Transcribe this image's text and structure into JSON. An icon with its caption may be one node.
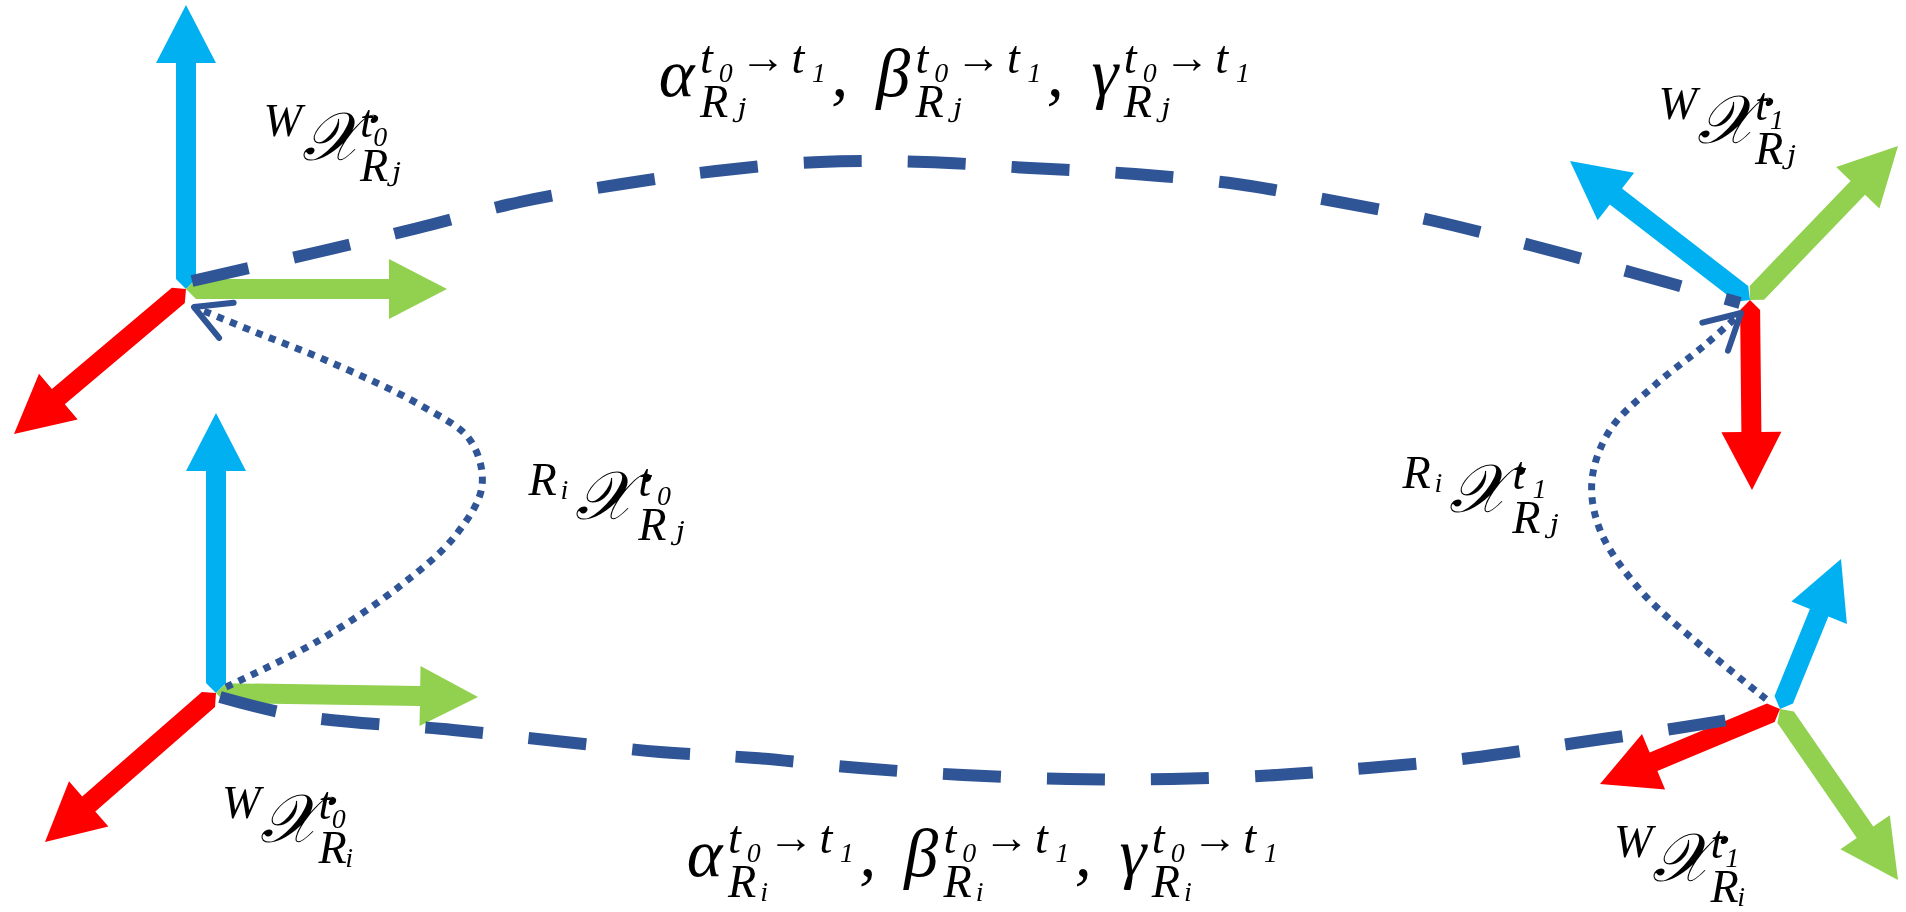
{
  "diagram": {
    "nodes": [
      {
        "text": [
          "$^{W}$𝒳$^{t₀}$$_{Rⱼ}$"
        ]
      },
      {
        "text": [
          "$^{W}$𝒳$^{t₁}$$_{Rⱼ}$"
        ]
      },
      {
        "text": [
          "$^{W}$𝒳$^{t₀}$$_{Rᵢ}$"
        ]
      },
      {
        "text": [
          "$^{W}$𝒳$^{t₁}$$_{Rᵢ}$"
        ]
      }
    ],
    "edges": [
      {
        "from": 0,
        "to": 1,
        "arrow": "none",
        "style": "dashed",
        "label": "α$^{t₀→t₁}$$_{Rⱼ}$, β$^{t₀→t₁}$$_{Rⱼ}$, γ$^{t₀→t₁}$$_{Rⱼ}$"
      },
      {
        "from": 2,
        "to": 0,
        "arrow": "to",
        "style": "dashed",
        "label": "$^{Rᵢ}$𝒳$^{t₀}$$_{Rⱼ}$"
      },
      {
        "from": 3,
        "to": 1,
        "arrow": "to",
        "style": "dashed",
        "label": "$^{Rᵢ}$𝒳$^{t₁}$$_{Rⱼ}$"
      },
      {
        "from": 2,
        "to": 3,
        "arrow": "none",
        "style": "dashed",
        "label": "α$^{t₀→t₁}$$_{Rᵢ}$, β$^{t₀→t₁}$$_{Rᵢ}$, γ$^{t₀→t₁}$$_{Rᵢ}$"
      }
    ]
  }
}
